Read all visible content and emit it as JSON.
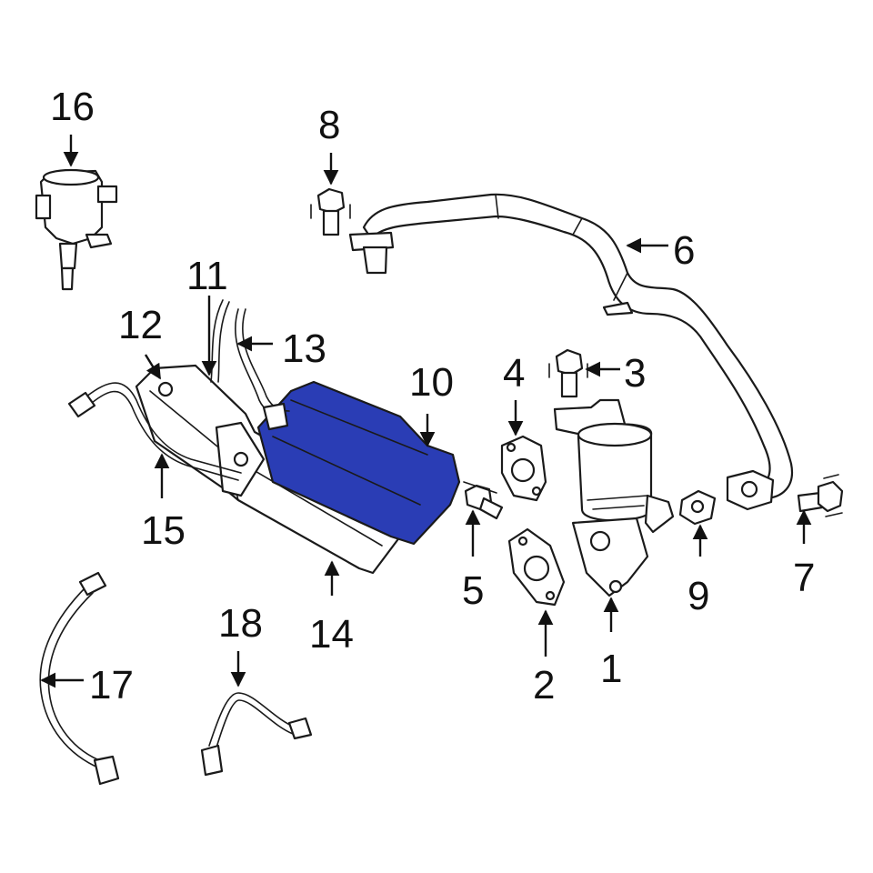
{
  "callouts": [
    {
      "id": "1",
      "label": "1"
    },
    {
      "id": "2",
      "label": "2"
    },
    {
      "id": "3",
      "label": "3"
    },
    {
      "id": "4",
      "label": "4"
    },
    {
      "id": "5",
      "label": "5"
    },
    {
      "id": "6",
      "label": "6"
    },
    {
      "id": "7",
      "label": "7"
    },
    {
      "id": "8",
      "label": "8"
    },
    {
      "id": "9",
      "label": "9"
    },
    {
      "id": "10",
      "label": "10"
    },
    {
      "id": "11",
      "label": "11"
    },
    {
      "id": "12",
      "label": "12"
    },
    {
      "id": "13",
      "label": "13"
    },
    {
      "id": "14",
      "label": "14"
    },
    {
      "id": "15",
      "label": "15"
    },
    {
      "id": "16",
      "label": "16"
    },
    {
      "id": "17",
      "label": "17"
    },
    {
      "id": "18",
      "label": "18"
    }
  ],
  "highlight_color": "#2a3db5",
  "line_color": "#1a1a1a"
}
